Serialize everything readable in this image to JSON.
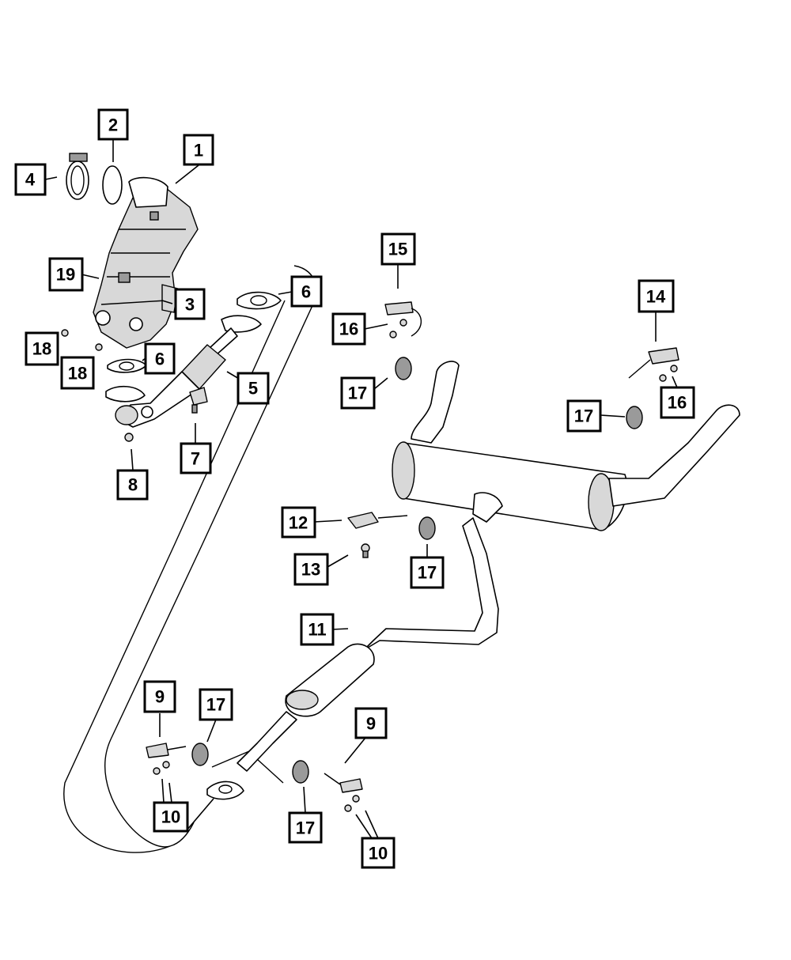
{
  "callouts": [
    {
      "id": "c1",
      "label": "1"
    },
    {
      "id": "c2",
      "label": "2"
    },
    {
      "id": "c3",
      "label": "3"
    },
    {
      "id": "c4",
      "label": "4"
    },
    {
      "id": "c5",
      "label": "5"
    },
    {
      "id": "c6a",
      "label": "6"
    },
    {
      "id": "c6b",
      "label": "6"
    },
    {
      "id": "c7",
      "label": "7"
    },
    {
      "id": "c8",
      "label": "8"
    },
    {
      "id": "c9a",
      "label": "9"
    },
    {
      "id": "c9b",
      "label": "9"
    },
    {
      "id": "c10a",
      "label": "10"
    },
    {
      "id": "c10b",
      "label": "10"
    },
    {
      "id": "c11",
      "label": "11"
    },
    {
      "id": "c12",
      "label": "12"
    },
    {
      "id": "c13",
      "label": "13"
    },
    {
      "id": "c14",
      "label": "14"
    },
    {
      "id": "c15",
      "label": "15"
    },
    {
      "id": "c16a",
      "label": "16"
    },
    {
      "id": "c16b",
      "label": "16"
    },
    {
      "id": "c17a",
      "label": "17"
    },
    {
      "id": "c17b",
      "label": "17"
    },
    {
      "id": "c17c",
      "label": "17"
    },
    {
      "id": "c17d",
      "label": "17"
    },
    {
      "id": "c17e",
      "label": "17"
    },
    {
      "id": "c18a",
      "label": "18"
    },
    {
      "id": "c18b",
      "label": "18"
    },
    {
      "id": "c19",
      "label": "19"
    }
  ]
}
